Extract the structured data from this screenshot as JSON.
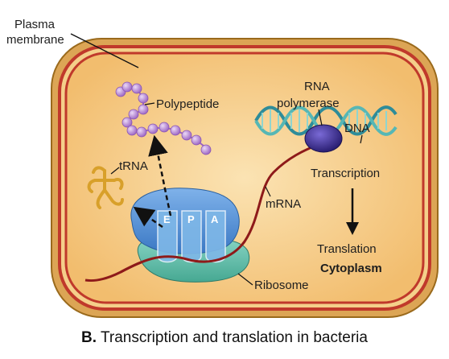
{
  "diagram": {
    "labels": {
      "plasma_membrane_line1": "Plasma",
      "plasma_membrane_line2": "membrane",
      "polypeptide": "Polypeptide",
      "rna_polymerase_line1": "RNA",
      "rna_polymerase_line2": "polymerase",
      "dna": "DNA",
      "trna": "tRNA",
      "transcription": "Transcription",
      "mrna": "mRNA",
      "translation": "Translation",
      "cytoplasm": "Cytoplasm",
      "ribosome": "Ribosome"
    },
    "ribosome_sites": [
      "E",
      "P",
      "A"
    ],
    "caption": {
      "letter": "B.",
      "text": "Transcription and translation in bacteria"
    }
  },
  "colors": {
    "cell_wall_outer": "#c9861f",
    "cell_membrane": "#c0392b",
    "cytoplasm": "#f6c87e",
    "ribosome_large": "#4d8ed6",
    "ribosome_small": "#6cc4b1",
    "mrna": "#8e1a1a",
    "polypeptide": "#b98ad6",
    "dna": "#2e8c99",
    "rna_polymerase": "#3a2f8c",
    "trna": "#d8a02a"
  }
}
